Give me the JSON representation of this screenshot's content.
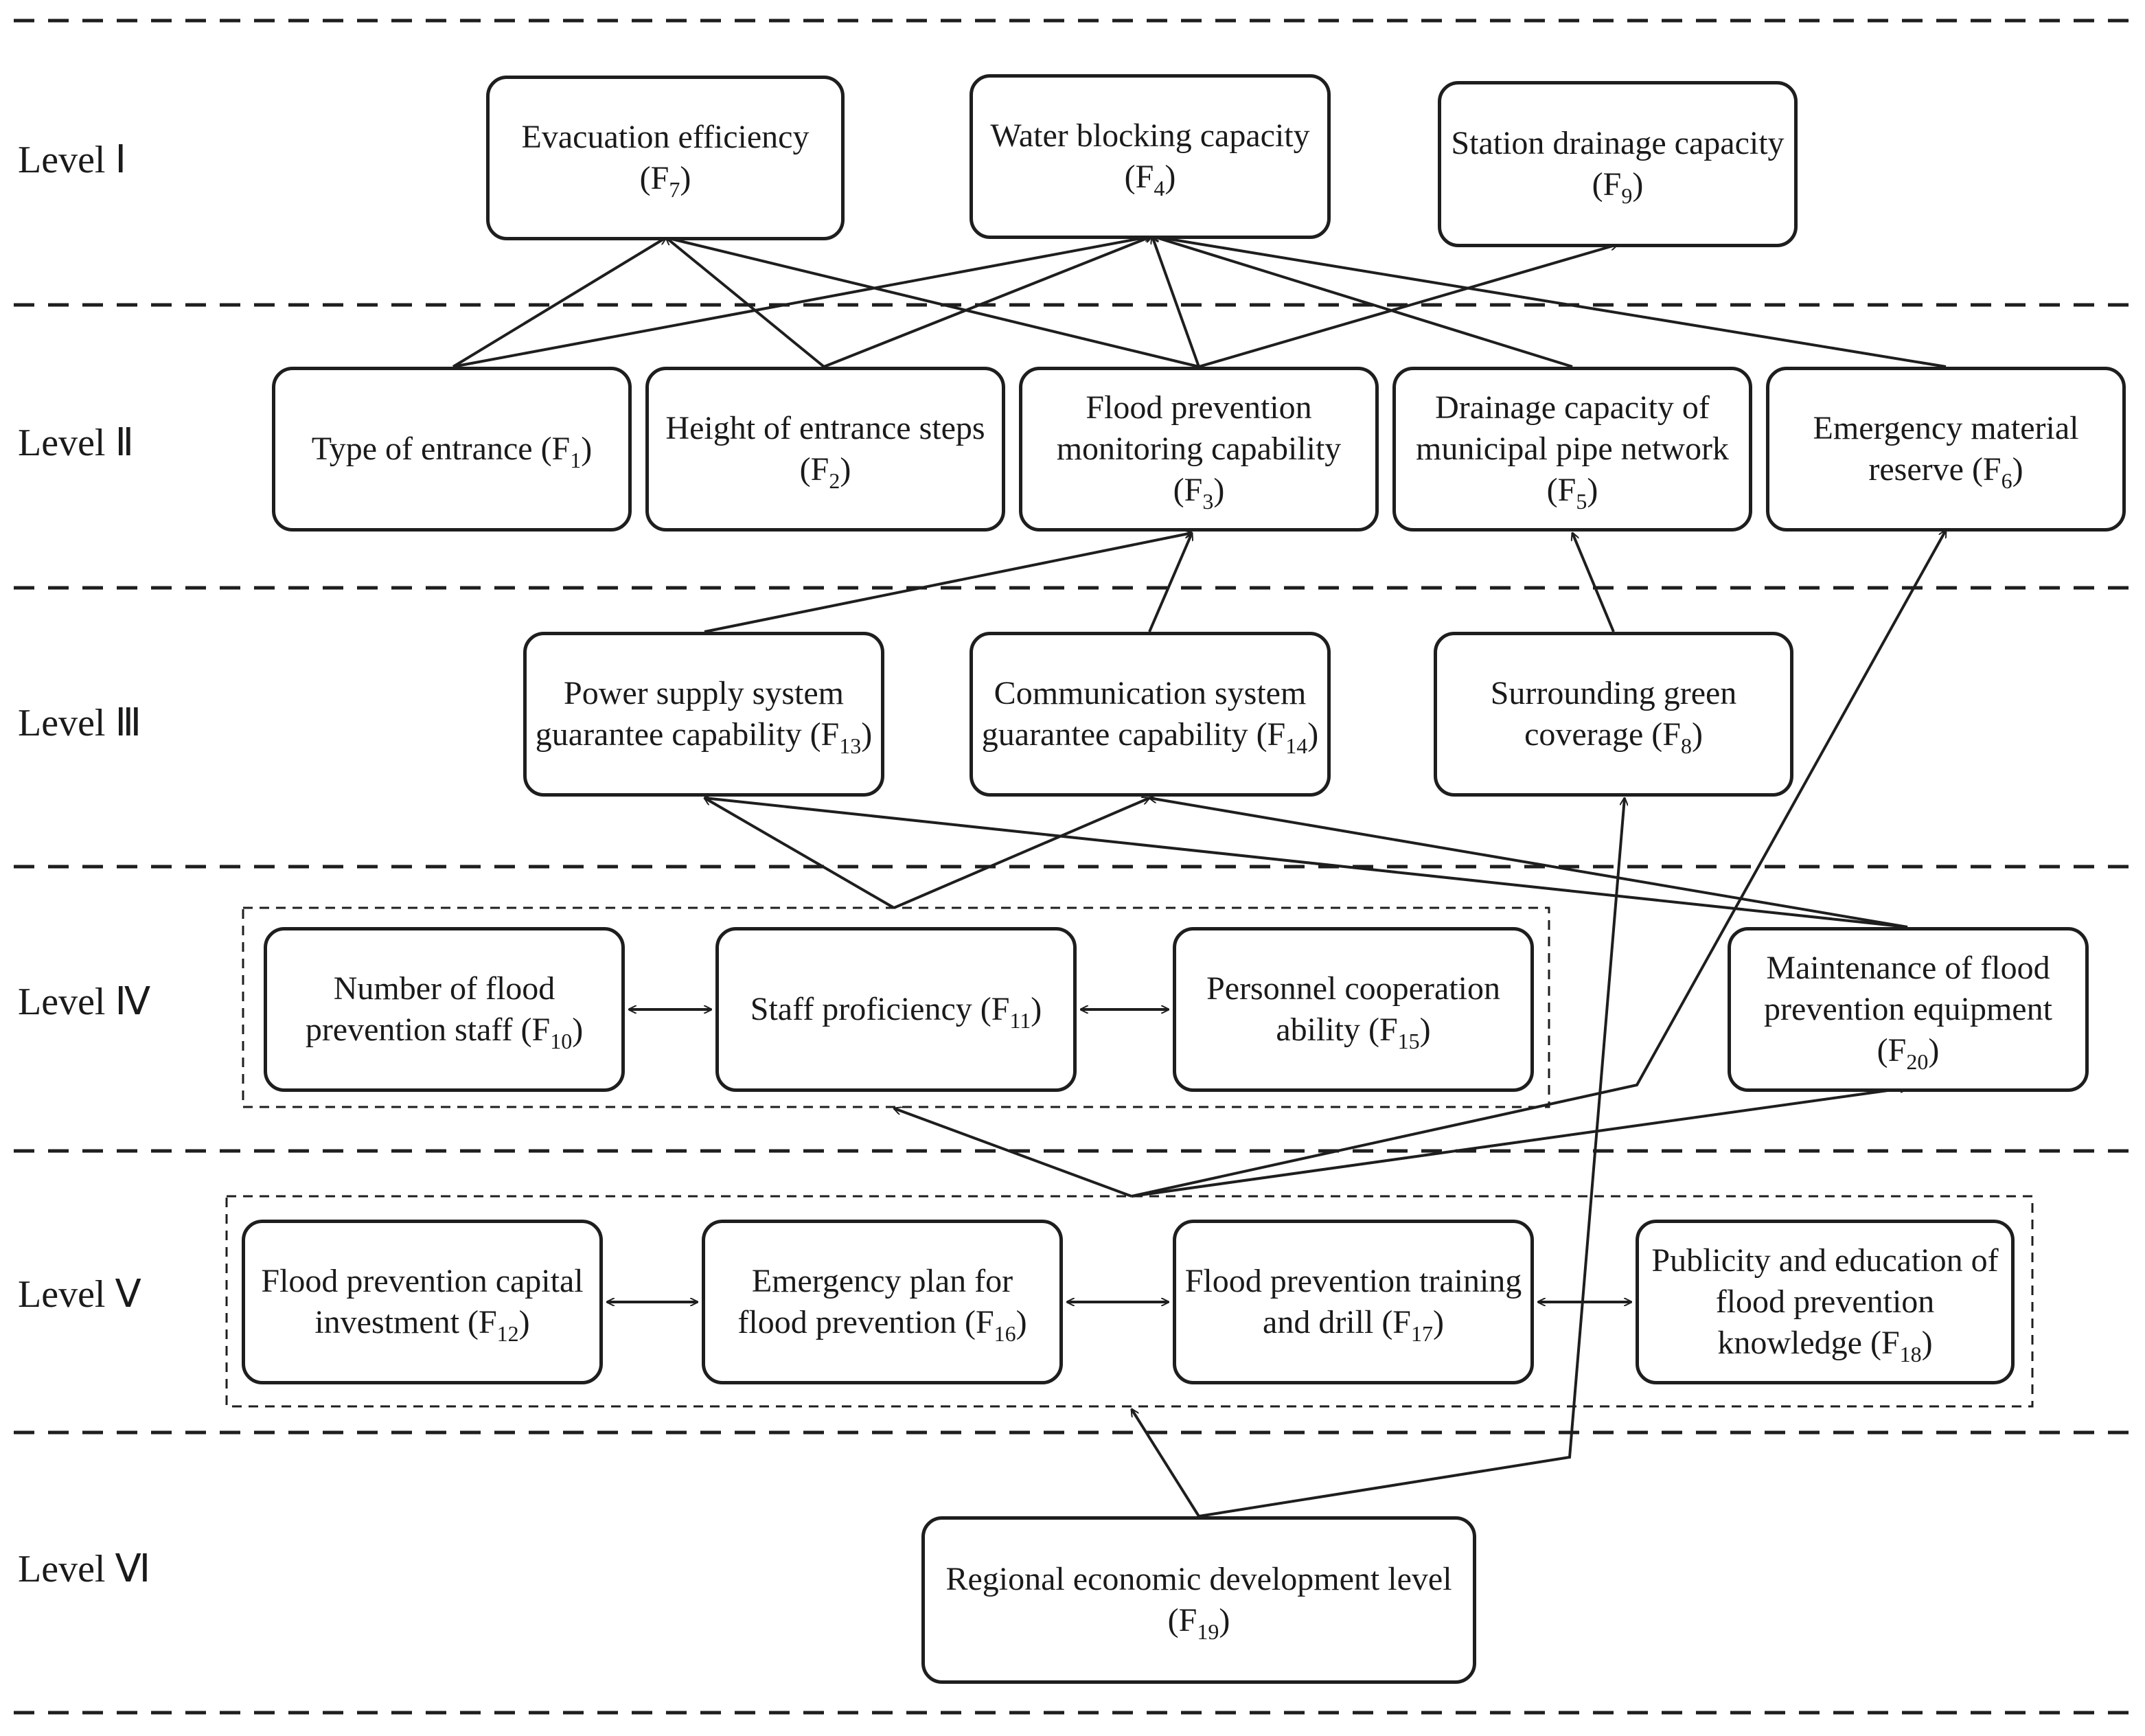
{
  "levels": [
    {
      "id": "I",
      "label": "Level Ⅰ"
    },
    {
      "id": "II",
      "label": "Level Ⅱ"
    },
    {
      "id": "III",
      "label": "Level Ⅲ"
    },
    {
      "id": "IV",
      "label": "Level Ⅳ"
    },
    {
      "id": "V",
      "label": "Level Ⅴ"
    },
    {
      "id": "VI",
      "label": "Level Ⅵ"
    }
  ],
  "nodes": {
    "F7": {
      "text": "Evacuation efficiency (F",
      "sub": "7",
      "close": ")"
    },
    "F4": {
      "text": "Water blocking capacity (F",
      "sub": "4",
      "close": ")"
    },
    "F9": {
      "text": "Station drainage capacity (F",
      "sub": "9",
      "close": ")"
    },
    "F1": {
      "text": "Type of entrance (F",
      "sub": "1",
      "close": ")"
    },
    "F2": {
      "text": "Height of entrance steps (F",
      "sub": "2",
      "close": ")"
    },
    "F3": {
      "text": "Flood prevention monitoring capability (F",
      "sub": "3",
      "close": ")"
    },
    "F5": {
      "text": "Drainage capacity of municipal pipe network (F",
      "sub": "5",
      "close": ")"
    },
    "F6": {
      "text": "Emergency material reserve (F",
      "sub": "6",
      "close": ")"
    },
    "F13": {
      "text": "Power supply system guarantee capability (F",
      "sub": "13",
      "close": ")"
    },
    "F14": {
      "text": "Communication system guarantee capability (F",
      "sub": "14",
      "close": ")"
    },
    "F8": {
      "text": "Surrounding green coverage (F",
      "sub": "8",
      "close": ")"
    },
    "F10": {
      "text": "Number of flood prevention staff (F",
      "sub": "10",
      "close": ")"
    },
    "F11": {
      "text": "Staff proficiency (F",
      "sub": "11",
      "close": ")"
    },
    "F15": {
      "text": "Personnel cooperation ability (F",
      "sub": "15",
      "close": ")"
    },
    "F20": {
      "text": "Maintenance of flood prevention equipment (F",
      "sub": "20",
      "close": ")"
    },
    "F12": {
      "text": "Flood prevention capital investment (F",
      "sub": "12",
      "close": ")"
    },
    "F16": {
      "text": "Emergency plan for flood prevention (F",
      "sub": "16",
      "close": ")"
    },
    "F17": {
      "text": "Flood prevention training and drill (F",
      "sub": "17",
      "close": ")"
    },
    "F18": {
      "text": "Publicity and education of flood prevention knowledge (F",
      "sub": "18",
      "close": ")"
    },
    "F19": {
      "text": "Regional economic development level (F",
      "sub": "19",
      "close": ")"
    }
  },
  "edges": [
    [
      "F1",
      "F7"
    ],
    [
      "F1",
      "F4"
    ],
    [
      "F2",
      "F7"
    ],
    [
      "F2",
      "F4"
    ],
    [
      "F3",
      "F7"
    ],
    [
      "F3",
      "F4"
    ],
    [
      "F3",
      "F9"
    ],
    [
      "F5",
      "F4"
    ],
    [
      "F6",
      "F4"
    ],
    [
      "F13",
      "F3"
    ],
    [
      "F14",
      "F3"
    ],
    [
      "F8",
      "F5"
    ],
    [
      "F11",
      "F13"
    ],
    [
      "F11",
      "F14"
    ],
    [
      "F20",
      "F13"
    ],
    [
      "F20",
      "F14"
    ],
    [
      "groupV",
      "groupIV"
    ],
    [
      "groupV",
      "F20"
    ],
    [
      "groupV",
      "F6"
    ],
    [
      "F19",
      "groupV"
    ],
    [
      "F19",
      "F8"
    ]
  ],
  "bidirectional": [
    [
      "F10",
      "F11"
    ],
    [
      "F11",
      "F15"
    ],
    [
      "F12",
      "F16"
    ],
    [
      "F16",
      "F17"
    ],
    [
      "F17",
      "F18"
    ]
  ],
  "groups": [
    "groupIV",
    "groupV"
  ]
}
